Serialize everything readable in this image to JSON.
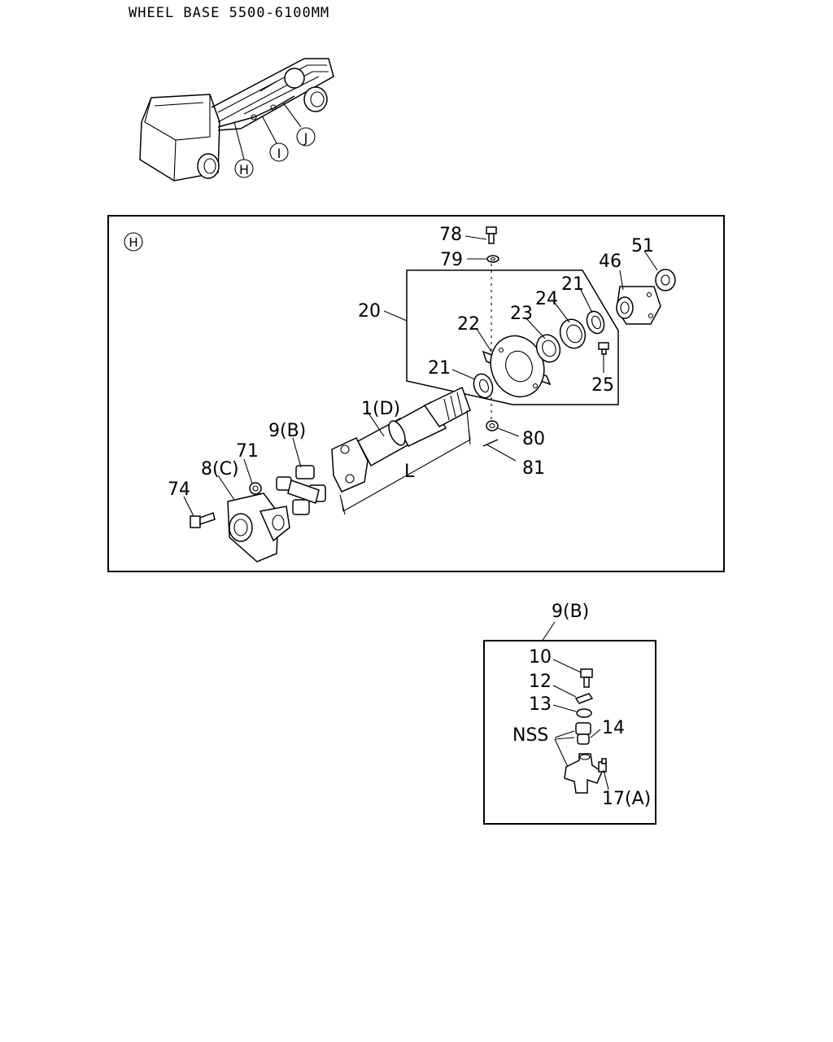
{
  "header": {
    "title": "WHEEL BASE 5500-6100MM"
  },
  "overview": {
    "callouts": [
      "H",
      "I",
      "J"
    ]
  },
  "view_h": {
    "marker": "H",
    "labels": {
      "p78": "78",
      "p79": "79",
      "p20": "20",
      "p22": "22",
      "p23": "23",
      "p24": "24",
      "p21a": "21",
      "p46": "46",
      "p51": "51",
      "p21b": "21",
      "p25": "25",
      "p1d": "1(D)",
      "p9b": "9(B)",
      "p71": "71",
      "p8c": "8(C)",
      "p74": "74",
      "pL": "L",
      "p80": "80",
      "p81": "81"
    }
  },
  "detail_9b": {
    "title": "9(B)",
    "labels": {
      "p10": "10",
      "p12": "12",
      "p13": "13",
      "p14": "14",
      "nss": "NSS",
      "p17a": "17(A)"
    }
  }
}
